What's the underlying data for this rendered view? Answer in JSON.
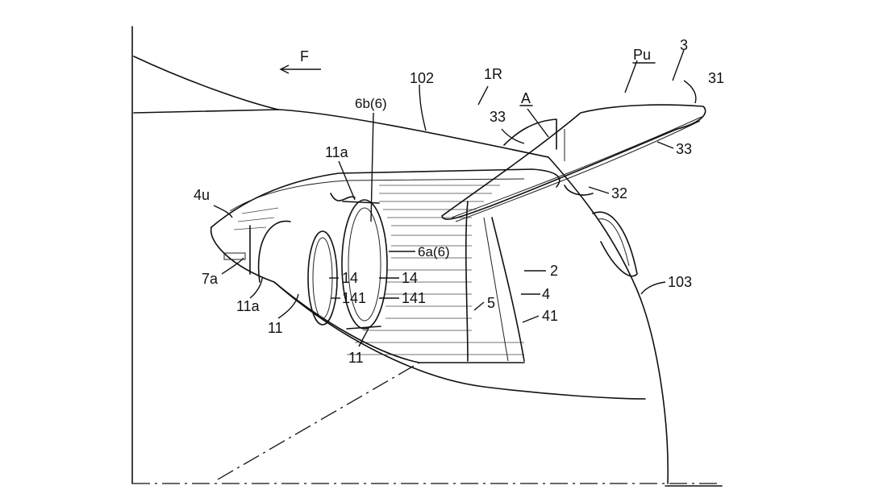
{
  "labels": {
    "F": "F",
    "r102": "102",
    "r1R": "1R",
    "Pu": "Pu",
    "r3": "3",
    "r31": "31",
    "r6b": "6b(6)",
    "rA": "A",
    "r33a": "33",
    "r33b": "33",
    "r11a_top": "11a",
    "r4u": "4u",
    "r32": "32",
    "r6a": "6a(6)",
    "r2": "2",
    "r7a": "7a",
    "r14a": "14",
    "r14b": "14",
    "r4": "4",
    "r103": "103",
    "r141a": "141",
    "r141b": "141",
    "r5": "5",
    "r41": "41",
    "r11a_bot": "11a",
    "r11a": "11",
    "r11b": "11"
  }
}
